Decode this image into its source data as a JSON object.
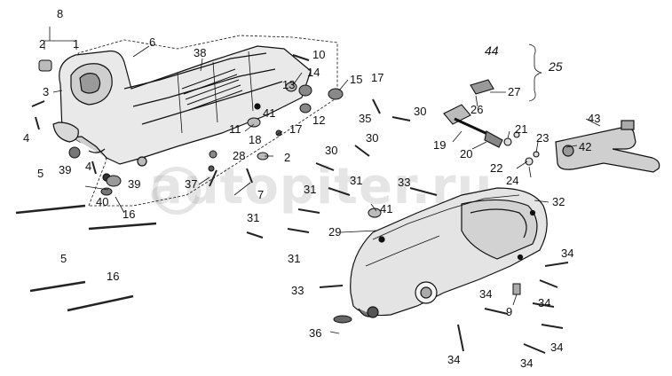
{
  "diagram": {
    "watermark_text": "autopiter.ru",
    "labels": {
      "l1": "8",
      "l2": "2",
      "l3": "1",
      "l4": "6",
      "l5": "38",
      "l6": "10",
      "l7": "3",
      "l8": "4",
      "l9": "39",
      "l10": "4",
      "l11": "5",
      "l12": "40",
      "l13": "39",
      "l14": "16",
      "l15": "37",
      "l16": "28",
      "l17": "7",
      "l18": "2",
      "l19": "11",
      "l20": "41",
      "l21": "18",
      "l22": "17",
      "l23": "13",
      "l24": "14",
      "l25": "12",
      "l26": "15",
      "l27": "17",
      "l28": "35",
      "l29": "30",
      "l30": "30",
      "l31": "30",
      "l32": "31",
      "l33": "31",
      "l34": "31",
      "l35": "31",
      "l36": "33",
      "l37": "41",
      "l38": "29",
      "l39": "32",
      "l40": "33",
      "l41": "36",
      "l42": "5",
      "l43": "16",
      "l44": "44",
      "l45": "25",
      "l46": "27",
      "l47": "26",
      "l48": "19",
      "l49": "20",
      "l50": "21",
      "l51": "22",
      "l52": "23",
      "l53": "24",
      "l54": "43",
      "l55": "42",
      "l56": "34",
      "l57": "34",
      "l58": "34",
      "l59": "34",
      "l60": "34",
      "l61": "34",
      "l62": "9"
    }
  }
}
